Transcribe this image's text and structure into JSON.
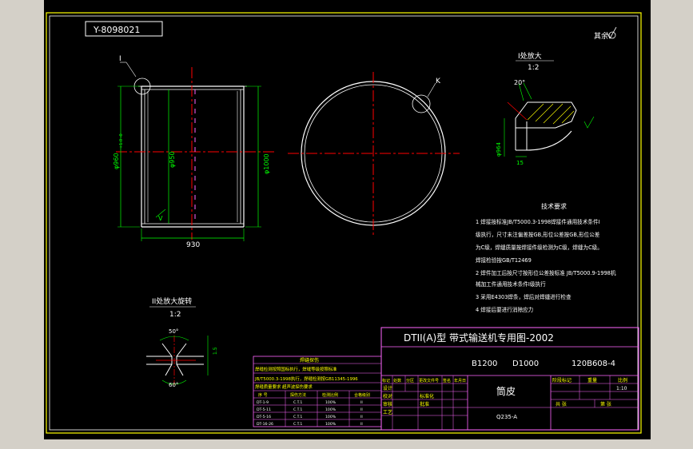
{
  "drawing": {
    "corner_code": "Y-8098021",
    "roughness_note": "其余",
    "roughness_symbol": "roughness-symbol",
    "main_view": {
      "detail_label": "I",
      "dim_left": "φ960",
      "dim_left_tol": "+1.0 -0",
      "dim_inner": "φ950",
      "dim_right": "φ1000",
      "dim_bottom": "930",
      "weld_mark": "V"
    },
    "end_view": {
      "detail_label": "K"
    },
    "detail_I": {
      "title": "I处放大",
      "scale": "1:2",
      "angle": "20°",
      "dim_dia": "φ964",
      "dim_len": "15"
    },
    "detail_II": {
      "title": "II处放大旋转",
      "scale": "1:2",
      "angle_top": "50°",
      "angle_bottom": "60°",
      "gap": "1.5"
    },
    "notes": {
      "heading": "技术要求",
      "lines": [
        "1  焊接按标准JB/T5000.3-1998焊接件通用技术条件I",
        "   级执行，尺寸未注偏差按GB,形位公差按GB,形位公差",
        "   为C级，焊缝质量按焊接件级检测为C级，焊缝为C级。",
        "   焊接检验按GB/T12469",
        "2  焊件加工后按尺寸按形位公差按标准 JB/T5000.9-1998机",
        "   械加工件通用技术条件I级执行",
        "3  采用E4303焊条，焊后对焊缝进行检查",
        "4  焊接后要进行消除应力"
      ]
    },
    "revision_table": {
      "title": "焊缝探伤",
      "rows": [
        "焊缝检测按照国标执行，焊缝等级按照标准",
        "JB/T5000.3-1998执行，焊缝检测按GB11345-1996",
        "焊缝质量要求    超声波探伤要求"
      ],
      "header": [
        "序 号",
        "探伤方法",
        "检测比例",
        "合格级别"
      ],
      "data": [
        [
          "DT-1-9",
          "C.T.1",
          "100%",
          "II"
        ],
        [
          "DT-5-11",
          "C.T.1",
          "100%",
          "II"
        ],
        [
          "DT-5-16",
          "C.T.1",
          "100%",
          "II"
        ],
        [
          "DT-16-26",
          "C.T.1",
          "100%",
          "II"
        ]
      ]
    },
    "title_block": {
      "main_title": "DTII(A)型  带式输送机专用图-2002",
      "spec1": "B1200",
      "spec2": "D1000",
      "drawing_no": "120B608-4",
      "part_name": "筒皮",
      "material": "Q235-A",
      "stage": "阶段标记",
      "weight_label": "重量",
      "scale_label": "比例",
      "scale_value": "1:10",
      "sheet_label": "共 张",
      "sheet_label2": "第 张",
      "sign_rows": [
        "设计",
        "校对",
        "审核",
        "工艺",
        "标准化",
        "批准"
      ],
      "count_labels": [
        "标记",
        "处数",
        "分区",
        "更改文件号",
        "签名",
        "年月日"
      ]
    }
  }
}
